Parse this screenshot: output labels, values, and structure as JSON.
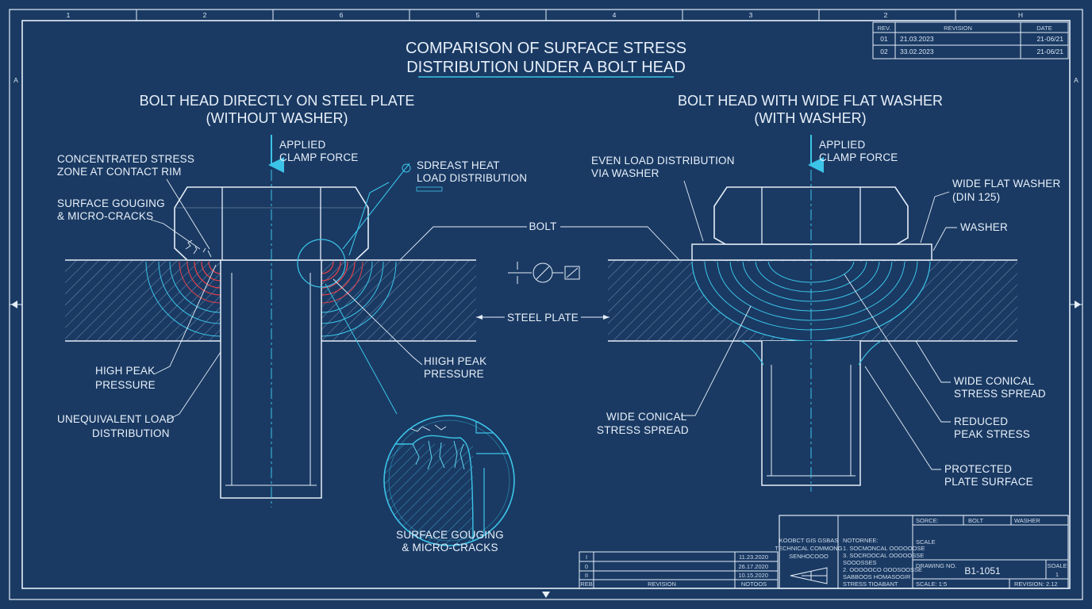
{
  "title": {
    "line1": "COMPARISON OF SURFACE STRESS",
    "line2": "DISTRIBUTION UNDER A BOLT HEAD"
  },
  "border_zones_top": [
    "1",
    "2",
    "6",
    "5",
    "4",
    "3",
    "2",
    "H"
  ],
  "border_zones_side": {
    "left": "A",
    "right": "A"
  },
  "revision_table": {
    "headers": [
      "REV.",
      "REVISION",
      "DATE"
    ],
    "rows": [
      {
        "rev": "01",
        "revision": "21.03.2023",
        "date": "21-06/21"
      },
      {
        "rev": "02",
        "revision": "33.02.2023",
        "date": "21-06/21"
      }
    ]
  },
  "left_view": {
    "heading1": "BOLT HEAD DIRECTLY ON STEEL PLATE",
    "heading2": "(WITHOUT WASHER)",
    "force_line1": "APPLIED",
    "force_line2": "CLAMP FORCE",
    "callouts": {
      "stress_zone_1": "CONCENTRATED STRESS",
      "stress_zone_2": "ZONE AT CONTACT RIM",
      "gouging_1": "SURFACE GOUGING",
      "gouging_2": "& MICRO-CRACKS",
      "load_1": "SDREAST HEAT",
      "load_2": "LOAD DISTRIBUTION",
      "peak_left_1": "HIGH PEAK",
      "peak_left_2": "PRESSURE",
      "peak_right_1": "HIIGH PEAK",
      "peak_right_2": "PRESSURE",
      "unequal_1": "UNEQUIVALENT LOAD",
      "unequal_2": "DISTRIBUTION",
      "detail_1": "SURFACE GOUGING",
      "detail_2": "& MICRO-CRACKS"
    }
  },
  "center_labels": {
    "bolt": "BOLT",
    "steel_plate": "STEEL PLATE"
  },
  "right_view": {
    "heading1": "BOLT HEAD WITH WIDE FLAT WASHER",
    "heading2": "(WITH WASHER)",
    "force_line1": "APPLIED",
    "force_line2": "CLAMP FORCE",
    "callouts": {
      "even_1": "EVEN LOAD DISTRIBUTION",
      "even_2": "VIA WASHER",
      "washer_spec_1": "WIDE FLAT WASHER",
      "washer_spec_2": "(DIN 125)",
      "washer": "WASHER",
      "conical_left_1": "WIDE CONICAL",
      "conical_left_2": "STRESS SPREAD",
      "conical_right_1": "WIDE CONICAL",
      "conical_right_2": "STRESS SPREAD",
      "reduced_1": "REDUCED",
      "reduced_2": "PEAK STRESS",
      "protected_1": "PROTECTED",
      "protected_2": "PLATE SURFACE"
    }
  },
  "bottom_revision_table": {
    "rows": [
      {
        "rev": "I",
        "date": "11.23.2020"
      },
      {
        "rev": "0",
        "date": "26.17.2020"
      },
      {
        "rev": "II",
        "date": "10.15.2020"
      }
    ],
    "footer": {
      "rev": "REB",
      "revision": "REVISION",
      "date": "NOTOOS"
    }
  },
  "title_block": {
    "company_1": "KOOBCT GIS GSBAS",
    "company_2": "TECHNICAL COMMONG",
    "company_3": "SENHOCOOO",
    "notes_title": "NOTORNEE:",
    "notes": [
      "1.  SOCMONCAL OOOOOOSE",
      "3.  SOCROOCAL OOOOOSSE",
      "    SOOOSSES",
      "2.  OOOOOCO OOOSOOSSE",
      "    SABBOOS HOMASOGIR",
      "    STRESS TIOABANT"
    ],
    "header_cells": [
      "SORCE:",
      "BOLT",
      "WASHER"
    ],
    "scale_label": "SCALE",
    "drawing_no_label": "DRAWING NO.",
    "drawing_no": "B1-1051",
    "sheet_label": "SOALE",
    "sheet_value": "1",
    "scale_value": "SCALE: 1:5",
    "revision_value": "REVISION: 2.12"
  }
}
